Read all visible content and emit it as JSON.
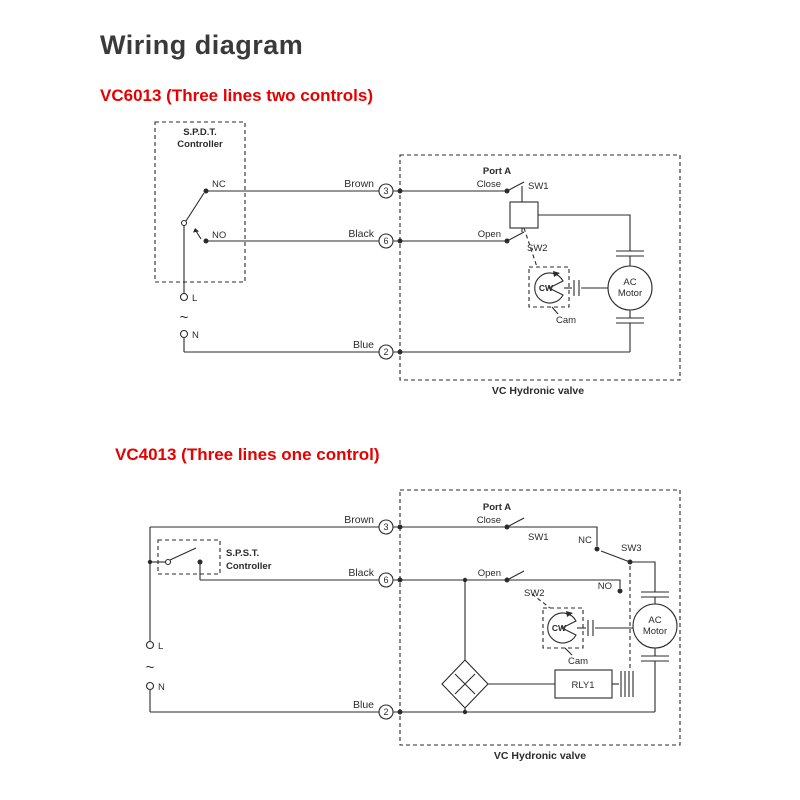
{
  "page_title": "Wiring diagram",
  "colors": {
    "heading_red": "#e60000",
    "line": "#2b2b2b"
  },
  "diagram1": {
    "title": "VC6013 (Three lines two controls)",
    "controller_name_line1": "S.P.D.T.",
    "controller_name_line2": "Controller",
    "nc": "NC",
    "no": "NO",
    "line_terminal": "L",
    "neutral_terminal": "N",
    "ac_symbol": "~",
    "wire_brown": "Brown",
    "wire_brown_num": "3",
    "wire_black": "Black",
    "wire_black_num": "6",
    "wire_blue": "Blue",
    "wire_blue_num": "2",
    "port_label": "Port A",
    "close_label": "Close",
    "sw1": "SW1",
    "open_label": "Open",
    "sw2": "SW2",
    "cw": "CW",
    "cam": "Cam",
    "motor_line1": "AC",
    "motor_line2": "Motor",
    "valve_caption": "VC Hydronic valve"
  },
  "diagram2": {
    "title": "VC4013 (Three lines one control)",
    "controller_name_line1": "S.P.S.T.",
    "controller_name_line2": "Controller",
    "line_terminal": "L",
    "neutral_terminal": "N",
    "ac_symbol": "~",
    "wire_brown": "Brown",
    "wire_brown_num": "3",
    "wire_black": "Black",
    "wire_black_num": "6",
    "wire_blue": "Blue",
    "wire_blue_num": "2",
    "port_label": "Port A",
    "close_label": "Close",
    "sw1": "SW1",
    "open_label": "Open",
    "sw2": "SW2",
    "nc": "NC",
    "sw3": "SW3",
    "no": "NO",
    "relay": "RLY1",
    "cw": "CW",
    "cam": "Cam",
    "motor_line1": "AC",
    "motor_line2": "Motor",
    "valve_caption": "VC Hydronic valve"
  }
}
